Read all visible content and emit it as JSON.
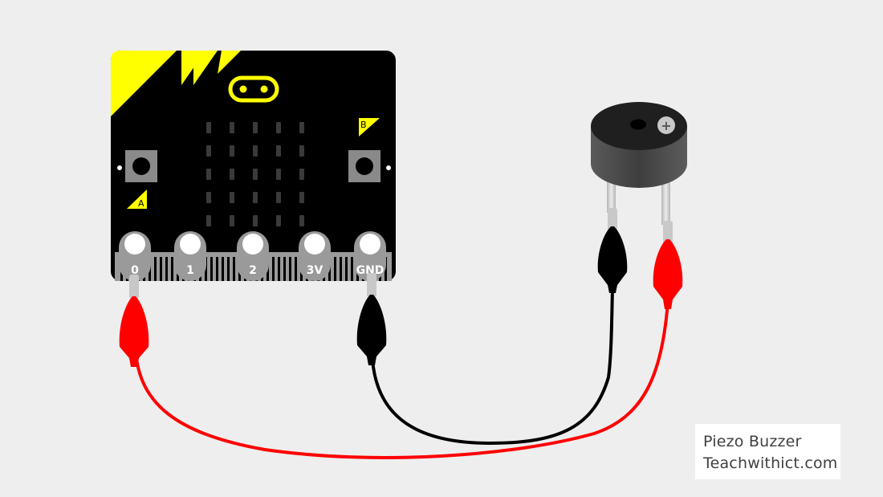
{
  "board": {
    "pins": [
      {
        "label": "0"
      },
      {
        "label": "1"
      },
      {
        "label": "2"
      },
      {
        "label": "3V"
      },
      {
        "label": "GND"
      }
    ],
    "buttons": {
      "a_label": "A",
      "b_label": "B"
    }
  },
  "buzzer": {
    "plus_symbol": "+"
  },
  "caption": {
    "title": "Piezo Buzzer",
    "site": "Teachwithict.com"
  },
  "colors": {
    "board": "#000000",
    "accent": "#ffff00",
    "wire_signal": "#ff0000",
    "wire_ground": "#000000",
    "buzzer_body": "#4a4a4a",
    "background": "#eeeeee"
  },
  "icons": [
    "alligator-clip-icon",
    "piezo-buzzer-icon",
    "microbit-board-icon"
  ]
}
